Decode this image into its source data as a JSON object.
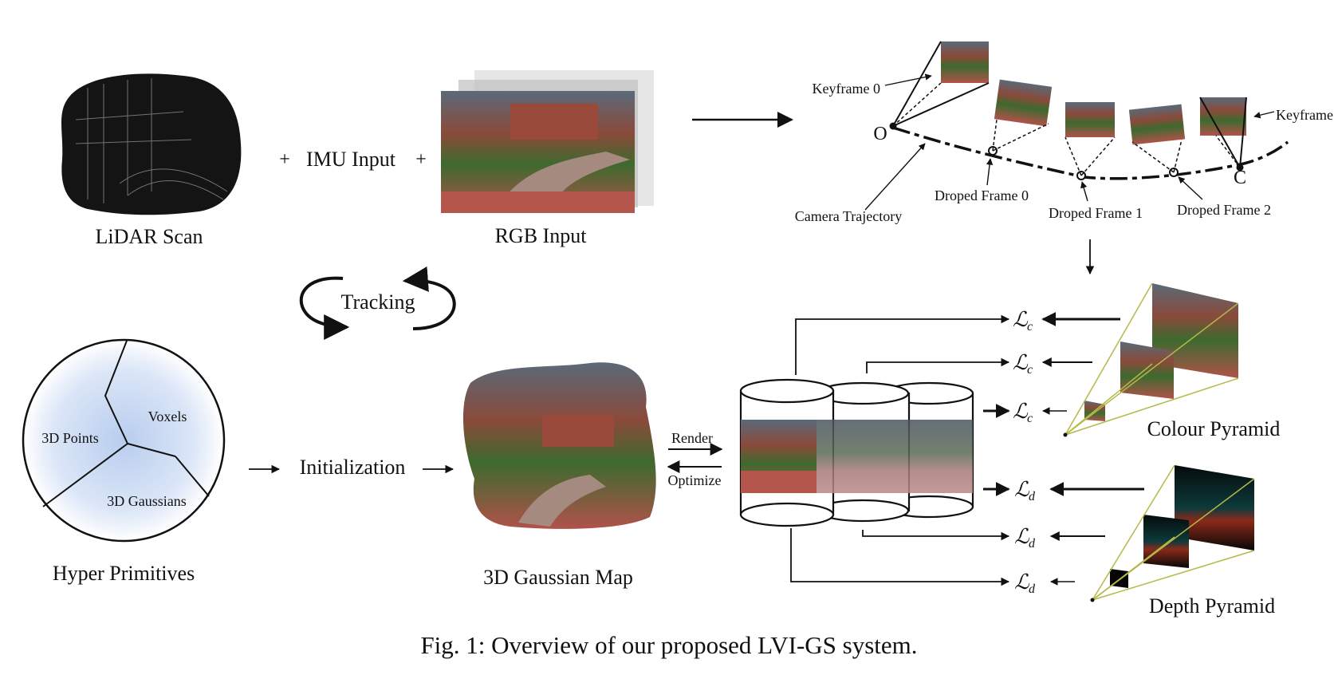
{
  "inputs": {
    "lidar_label": "LiDAR Scan",
    "plus_1": "+",
    "imu_label": "IMU Input",
    "plus_2": "+",
    "rgb_label": "RGB Input"
  },
  "trajectory": {
    "origin": "O",
    "end": "C",
    "keyframe0": "Keyframe 0",
    "keyframe": "Keyframe",
    "camera_trajectory": "Camera Trajectory",
    "dropped0": "Droped Frame 0",
    "dropped1": "Droped Frame 1",
    "dropped2": "Droped Frame 2"
  },
  "tracking": {
    "label": "Tracking"
  },
  "hyper": {
    "title": "Hyper Primitives",
    "points": "3D Points",
    "voxels": "Voxels",
    "gaussians": "3D Gaussians"
  },
  "init": {
    "label": "Initialization"
  },
  "map": {
    "label": "3D Gaussian Map"
  },
  "render": {
    "render": "Render",
    "optimize": "Optimize"
  },
  "losses": {
    "L": "ℒ",
    "c": "c",
    "d": "d"
  },
  "pyramids": {
    "colour": "Colour Pyramid",
    "depth": "Depth Pyramid"
  },
  "caption": "Fig. 1: Overview of our proposed LVI-GS system.",
  "colors": {
    "pyramid_line": "#b5b84a",
    "primitive_fill": "#b8cdee",
    "brick": "#b0524a",
    "grass": "#3d6a2e"
  }
}
